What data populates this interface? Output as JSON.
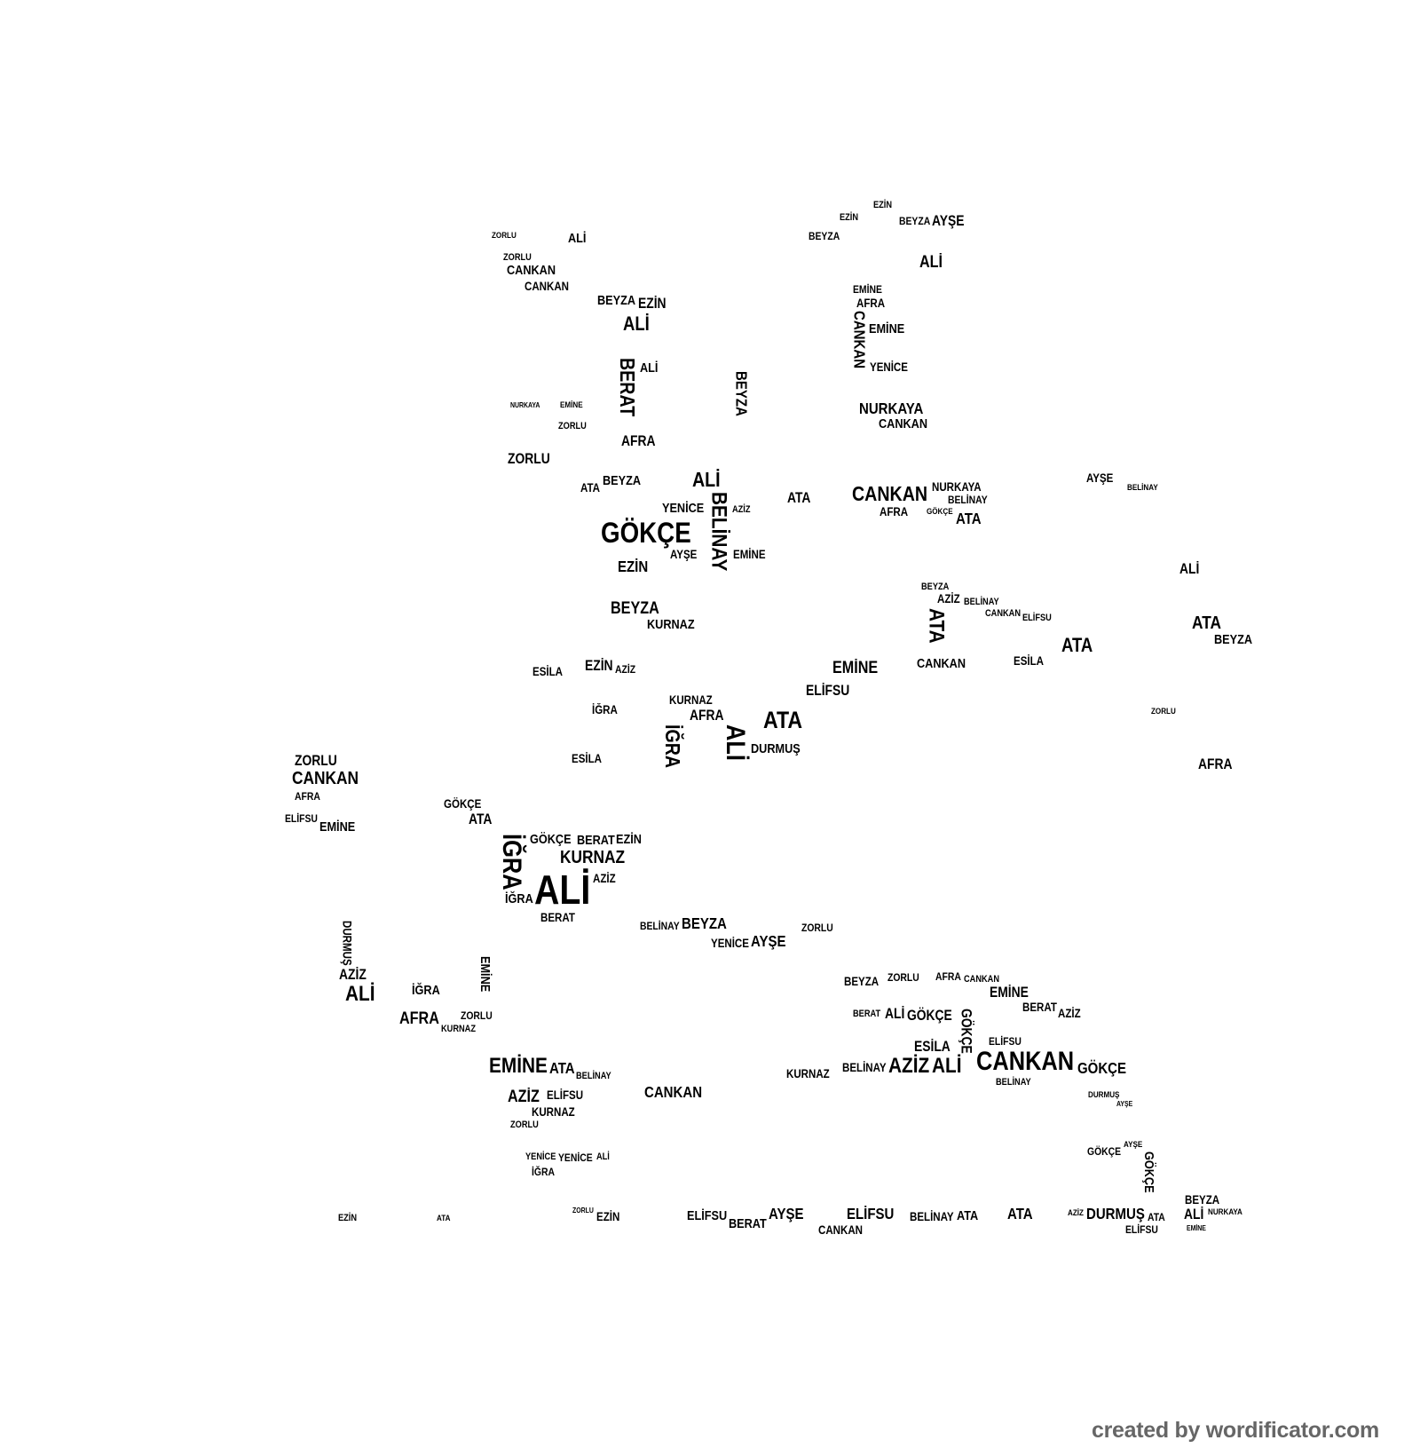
{
  "words": [
    "GÖKÇE",
    "ALİ",
    "CANKAN",
    "CANKAN",
    "CANKAN",
    "ATA",
    "ALİ",
    "İĞRA",
    "İĞRA",
    "BELİNAY",
    "BERAT",
    "BEYZA",
    "CANKAN",
    "ATA",
    "EMİNE",
    "AZİZ",
    "ALİ",
    "ALİ",
    "AFRA",
    "BEYZA",
    "KURNAZ",
    "EMİNE",
    "CANKAN",
    "ATA",
    "ATA",
    "BEYZA",
    "AFRA",
    "ALİ",
    "ZORLU",
    "AFRA",
    "BEYZA",
    "ATA",
    "ALİ",
    "YENİCE",
    "AYŞE",
    "EZİN",
    "ALİ",
    "EZİN",
    "BEYZA",
    "ALİ",
    "CANKAN",
    "CANKAN",
    "ZORLU",
    "ALİ",
    "ALİ",
    "AYŞE",
    "BEYZA",
    "EMİNE",
    "NURKAYA",
    "CANKAN",
    "YENİCE",
    "AFRA",
    "EMİNE",
    "ATA",
    "ATA",
    "NURKAYA",
    "BELİNAY",
    "AFRA",
    "AYŞE",
    "DURMUŞ",
    "AFRA",
    "KURNAZ",
    "İĞRA",
    "EZİN",
    "AZİZ",
    "ESİLA",
    "ESİLA",
    "ELİFSU",
    "ZORLU",
    "AFRA",
    "EMİNE",
    "ELİFSU",
    "DURMUŞ",
    "AZİZ",
    "İĞRA",
    "İĞRA",
    "KURNAZ",
    "GÖKÇE",
    "BERAT",
    "EZİN",
    "BERAT",
    "AZİZ",
    "ATA",
    "GÖKÇE",
    "EMİNE",
    "BEYZA",
    "AYŞE",
    "YENİCE",
    "BELİNAY",
    "ZORLU",
    "ATA",
    "BELİNAY",
    "AZİZ",
    "ELİFSU",
    "KURNAZ",
    "ZORLU",
    "CANKAN",
    "KURNAZ",
    "ZORLU",
    "EMİNE",
    "BERAT",
    "AZİZ",
    "ESİLA",
    "GÖKÇE",
    "GÖKÇE",
    "ELİFSU",
    "KURNAZ",
    "BELİNAY",
    "ALİ",
    "GÖKÇE",
    "BERAT",
    "BEYZA",
    "ZORLU",
    "AFRA",
    "CANKAN",
    "ZORLU",
    "EZİN",
    "ELİFSU",
    "BERAT",
    "AYŞE",
    "CANKAN",
    "ELİFSU",
    "BELİNAY",
    "ATA",
    "ATA",
    "DURMUŞ",
    "ELİFSU",
    "ATA",
    "ALİ",
    "BEYZA",
    "GÖKÇE",
    "GÖKÇE",
    "YENİCE",
    "YENİCE",
    "İĞRA",
    "ALİ",
    "EZİN",
    "ATA",
    "ZORLU",
    "EZİN",
    "EZİN",
    "BEYZA",
    "ZORLU",
    "EMİNE",
    "NURKAYA",
    "AZİZ",
    "EMİNE",
    "AZİZ",
    "BEYZA",
    "BELİNAY",
    "CANKAN",
    "ELİFSU",
    "ESİLA",
    "ZORLU",
    "BELİNAY",
    "GÖKÇE",
    "AYŞE",
    "NURKAYA",
    "EMİNE",
    "DURMUŞ",
    "AYŞE",
    "BELİNAY",
    "AZİZ"
  ],
  "credit": "created by wordificator.com"
}
